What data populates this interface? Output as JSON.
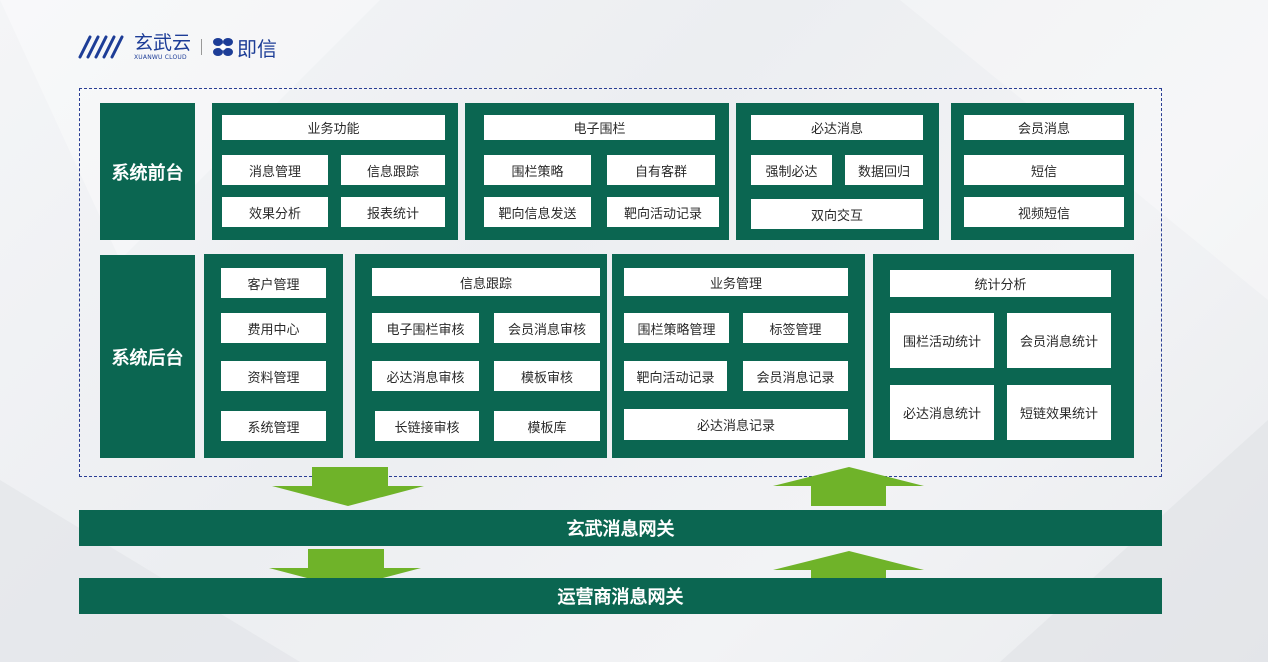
{
  "header": {
    "logo1": "玄武云",
    "logo1_sub": "XUANWU CLOUD",
    "logo2": "即信"
  },
  "front": {
    "label": "系统前台",
    "groups": [
      {
        "title": "业务功能",
        "items": [
          "消息管理",
          "信息跟踪",
          "效果分析",
          "报表统计"
        ]
      },
      {
        "title": "电子围栏",
        "items": [
          "围栏策略",
          "自有客群",
          "靶向信息发送",
          "靶向活动记录"
        ]
      },
      {
        "title": "必达消息",
        "items": [
          "强制必达",
          "数据回归",
          "双向交互"
        ]
      },
      {
        "title": "会员消息",
        "items": [
          "短信",
          "视频短信"
        ]
      }
    ]
  },
  "back": {
    "label": "系统后台",
    "col1": [
      "客户管理",
      "费用中心",
      "资料管理",
      "系统管理"
    ],
    "groups": [
      {
        "title": "信息跟踪",
        "items": [
          "电子围栏审核",
          "会员消息审核",
          "必达消息审核",
          "模板审核",
          "长链接审核",
          "模板库"
        ]
      },
      {
        "title": "业务管理",
        "items": [
          "围栏策略管理",
          "标签管理",
          "靶向活动记录",
          "会员消息记录",
          "必达消息记录"
        ]
      },
      {
        "title": "统计分析",
        "items": [
          "围栏活动统计",
          "会员消息统计",
          "必达消息统计",
          "短链效果统计"
        ]
      }
    ]
  },
  "gateway1": "玄武消息网关",
  "gateway2": "运营商消息网关",
  "colors": {
    "panel": "#0b6651",
    "arrow": "#6fb329",
    "logo": "#1d3d97",
    "dash": "#2a3e94"
  }
}
